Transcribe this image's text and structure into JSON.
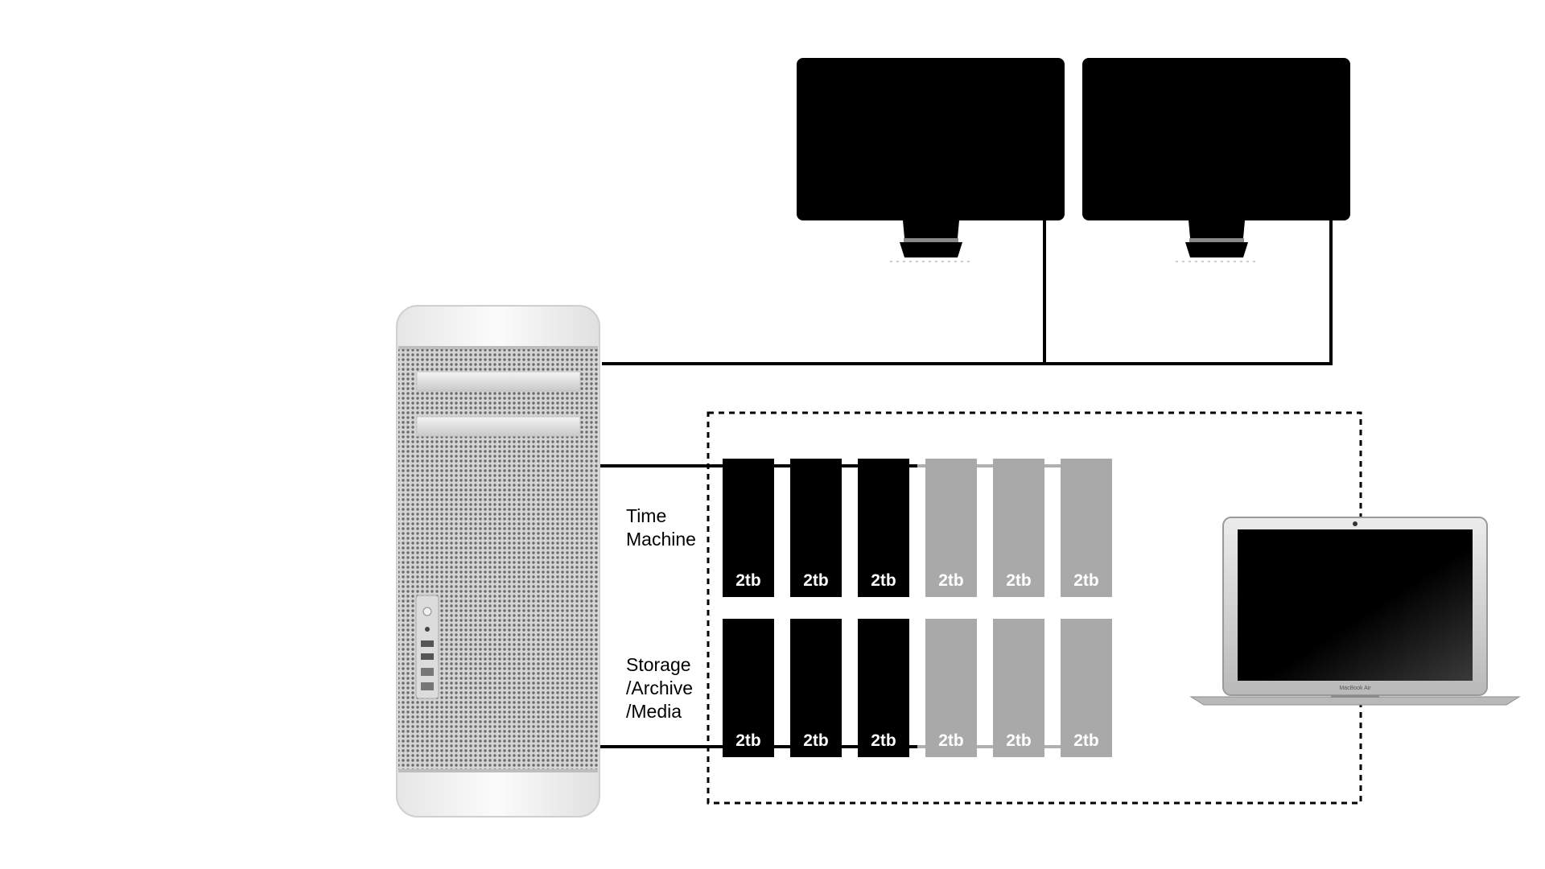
{
  "groups": [
    {
      "label_lines": [
        "Time",
        "Machine"
      ],
      "drives": [
        {
          "capacity": "2tb",
          "active": true
        },
        {
          "capacity": "2tb",
          "active": true
        },
        {
          "capacity": "2tb",
          "active": true
        },
        {
          "capacity": "2tb",
          "active": false
        },
        {
          "capacity": "2tb",
          "active": false
        },
        {
          "capacity": "2tb",
          "active": false
        }
      ]
    },
    {
      "label_lines": [
        "Storage",
        "/Archive",
        "/Media"
      ],
      "drives": [
        {
          "capacity": "2tb",
          "active": true
        },
        {
          "capacity": "2tb",
          "active": true
        },
        {
          "capacity": "2tb",
          "active": true
        },
        {
          "capacity": "2tb",
          "active": false
        },
        {
          "capacity": "2tb",
          "active": false
        },
        {
          "capacity": "2tb",
          "active": false
        }
      ]
    }
  ],
  "laptop": {
    "brand_text": "MacBook Air"
  },
  "colors": {
    "active_drive": "#000000",
    "inactive_drive": "#a9a9a9",
    "drive_text": "#ffffff",
    "cable": "#000000",
    "inactive_cable": "#b0b0b0"
  }
}
